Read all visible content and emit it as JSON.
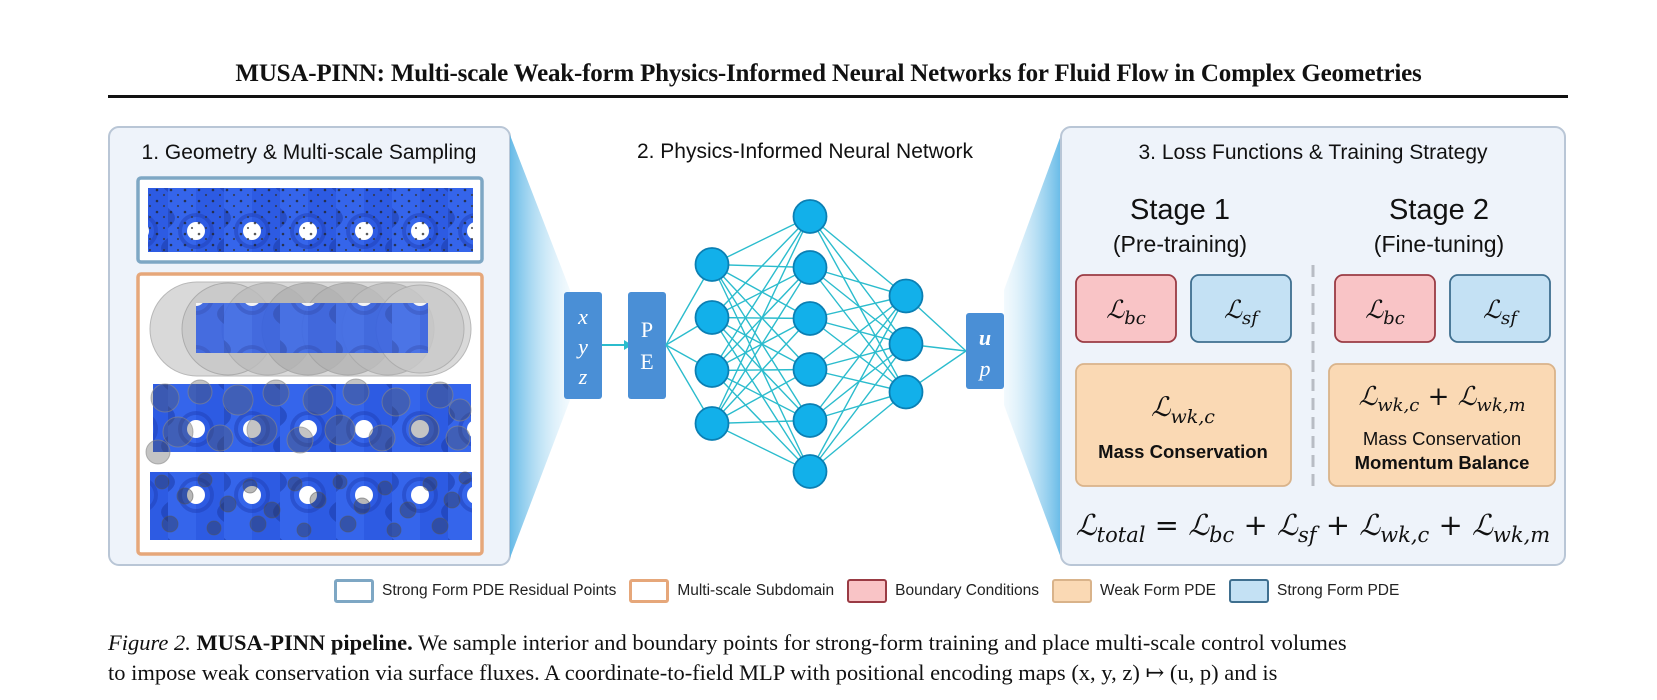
{
  "header": {
    "title": "MUSA-PINN: Multi-scale Weak-form Physics-Informed Neural Networks for Fluid Flow in Complex Geometries"
  },
  "panels": {
    "panel1_title": "1. Geometry & Multi-scale Sampling",
    "panel2_title": "2. Physics-Informed Neural Network",
    "panel3_title": "3. Loss Functions & Training Strategy"
  },
  "network": {
    "inputs": [
      "x",
      "y",
      "z"
    ],
    "pe_label_1": "P",
    "pe_label_2": "E",
    "outputs": [
      "u",
      "p"
    ],
    "layer_sizes": [
      4,
      6,
      3
    ]
  },
  "training": {
    "stage1_title": "Stage 1",
    "stage1_sub": "(Pre-training)",
    "stage2_title": "Stage 2",
    "stage2_sub": "(Fine-tuning)",
    "bc_sub": "bc",
    "sf_sub": "sf",
    "wkc_sub": "wk,c",
    "wkm_sub": "wk,m",
    "mass_conservation_bold": "Mass Conservation",
    "mass_conservation": "Mass Conservation",
    "momentum_balance": "Momentum Balance",
    "total_sub": "total"
  },
  "legend": [
    {
      "label": "Strong Form PDE Residual Points",
      "fill": "#ffffff",
      "border": "#7ea7c4"
    },
    {
      "label": "Multi-scale Subdomain",
      "fill": "#ffffff",
      "border": "#e6a77a"
    },
    {
      "label": "Boundary Conditions",
      "fill": "#f9c4c6",
      "border": "#9a3b44"
    },
    {
      "label": "Weak Form PDE",
      "fill": "#fad9b4",
      "border": "#d9b38a"
    },
    {
      "label": "Strong Form PDE",
      "fill": "#c4e1f4",
      "border": "#3f6f8f"
    }
  ],
  "caption": {
    "fig_label": "Figure 2.",
    "bold_title": "MUSA-PINN pipeline.",
    "line1_rest": "We sample interior and boundary points for strong-form training and place multi-scale control volumes",
    "line2": "to impose weak conservation via surface fluxes. A coordinate-to-field MLP with positional encoding maps (x, y, z) ↦ (u, p) and is"
  },
  "colors": {
    "node_fill": "#12b0ea",
    "node_stroke": "#0b7fb3",
    "edge": "#2bbccd",
    "io_box": "#4a8fd6",
    "panel_bg": "#eef3fa",
    "panel_border": "#b9c6d6",
    "bc_fill": "#f9c4c6",
    "sf_fill": "#c4e1f4",
    "weak_fill": "#fad9b4"
  }
}
